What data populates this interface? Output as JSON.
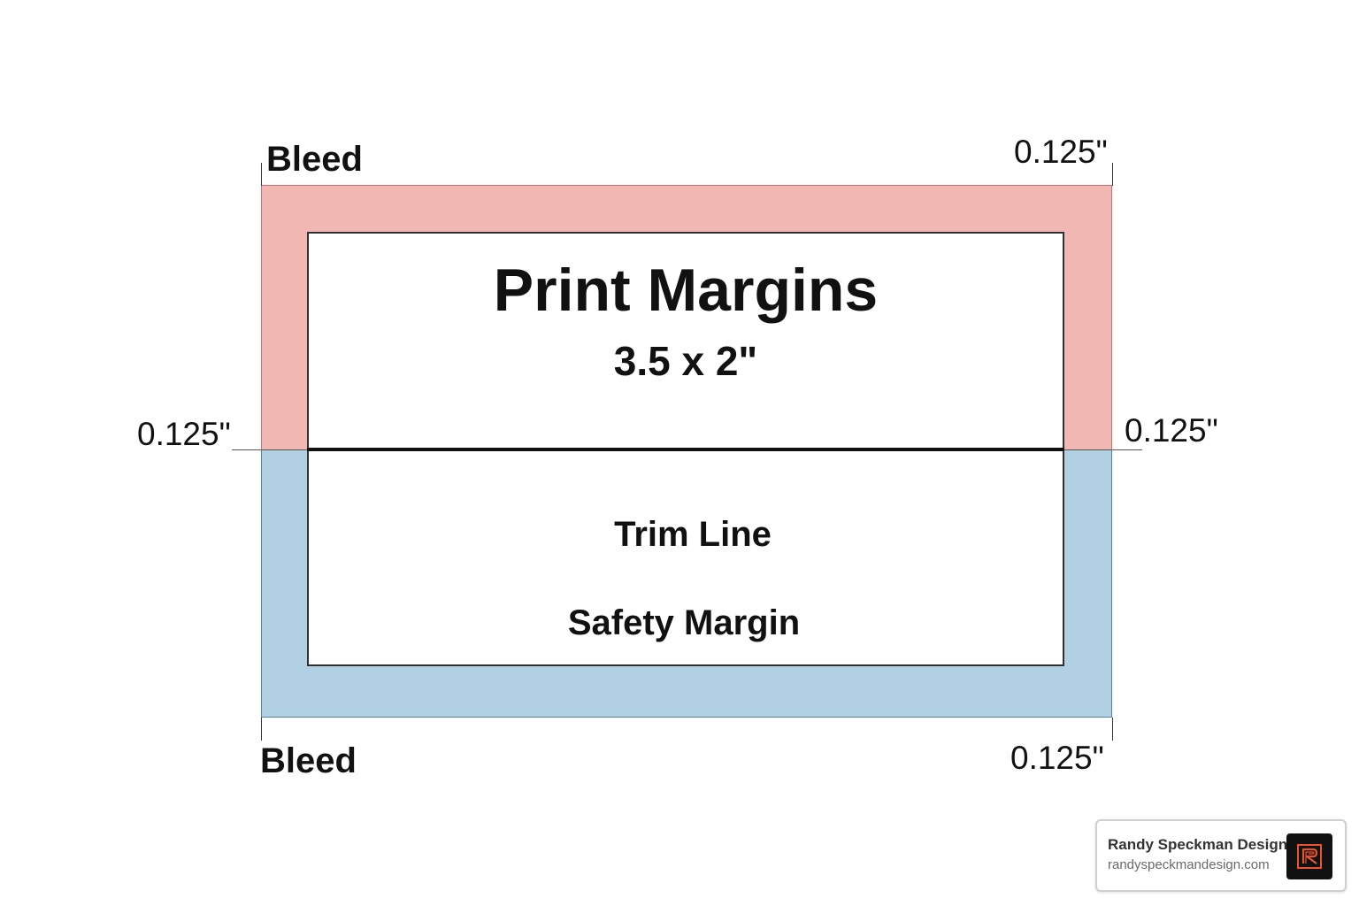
{
  "diagram": {
    "title": "Print Margins",
    "subtitle": "3.5 x 2\"",
    "trim_label": "Trim Line",
    "safety_label": "Safety Margin",
    "bleed_top_label": "Bleed",
    "bleed_bottom_label": "Bleed",
    "measure_top_right": "0.125\"",
    "measure_left": "0.125\"",
    "measure_right": "0.125\"",
    "measure_bottom_right": "0.125\"",
    "colors": {
      "bleed_top_fill": "#f0b7b3",
      "bleed_top_border": "#d56e6a",
      "bleed_bottom_fill": "#b2d0e4",
      "bleed_bottom_border": "#4f83ad",
      "trim_line": "#111111"
    }
  },
  "branding": {
    "name": "Randy Speckman Design",
    "url": "randyspeckmandesign.com",
    "logo_icon": "rsd-logo-icon",
    "logo_accent": "#e8542b"
  }
}
